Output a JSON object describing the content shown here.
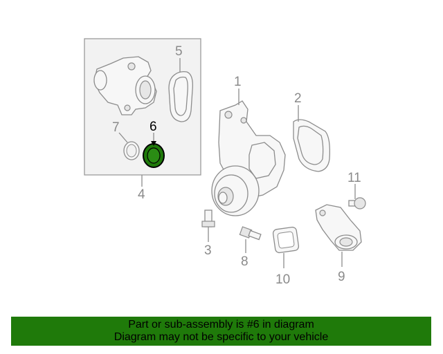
{
  "callouts": {
    "c1": "1",
    "c2": "2",
    "c3": "3",
    "c4": "4",
    "c5": "5",
    "c6": "6",
    "c7": "7",
    "c8": "8",
    "c9": "9",
    "c10": "10",
    "c11": "11"
  },
  "highlight": {
    "part": "6",
    "color": "#1f7a0a"
  },
  "banner": {
    "line1": "Part or sub-assembly is #6 in diagram",
    "line2": "Diagram may not be specific to your vehicle",
    "color": "#1f7a0a"
  }
}
